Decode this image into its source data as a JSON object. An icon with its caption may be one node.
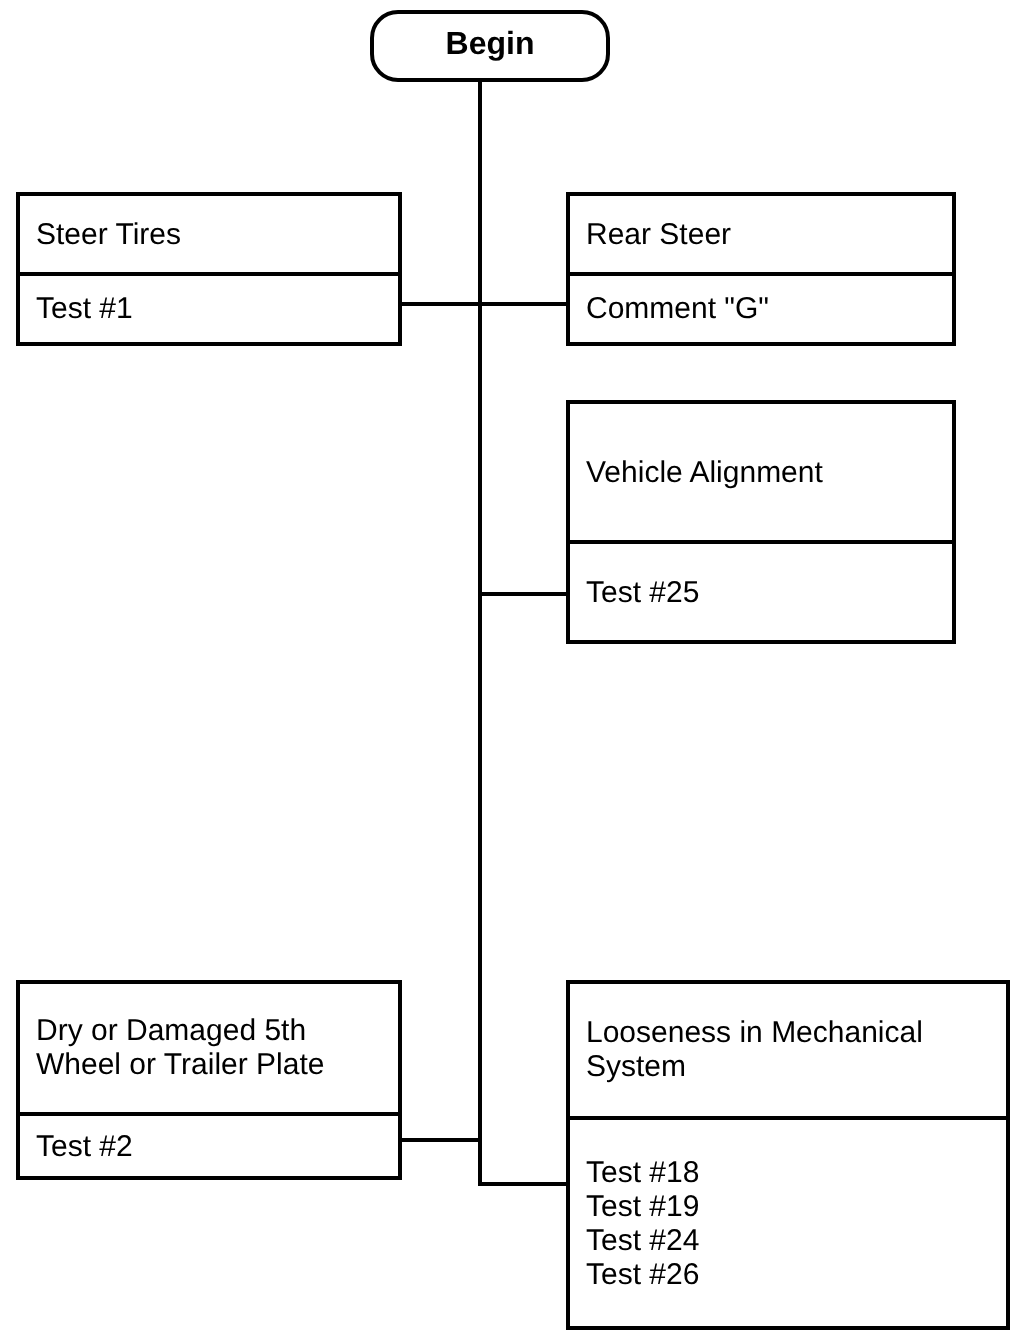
{
  "diagram": {
    "nodes": [
      {
        "text": [
          "Begin"
        ]
      },
      {
        "text": [
          "Steer Tires",
          "Test #1"
        ]
      },
      {
        "text": [
          "Rear Steer",
          "Comment \"G\""
        ]
      },
      {
        "text": [
          "Vehicle Alignment",
          "Test #25"
        ]
      },
      {
        "text": [
          "Dry or Damaged 5th Wheel or Trailer Plate",
          "Test #2"
        ]
      },
      {
        "text": [
          "Looseness in Mechanical System",
          "Test #18",
          "Test #19",
          "Test #24",
          "Test #26"
        ]
      }
    ],
    "edges": [
      {
        "from": 0,
        "to": 1,
        "arrow": "none"
      },
      {
        "from": 0,
        "to": 2,
        "arrow": "none"
      },
      {
        "from": 0,
        "to": 3,
        "arrow": "none"
      },
      {
        "from": 0,
        "to": 4,
        "arrow": "none"
      },
      {
        "from": 0,
        "to": 5,
        "arrow": "none"
      }
    ]
  }
}
